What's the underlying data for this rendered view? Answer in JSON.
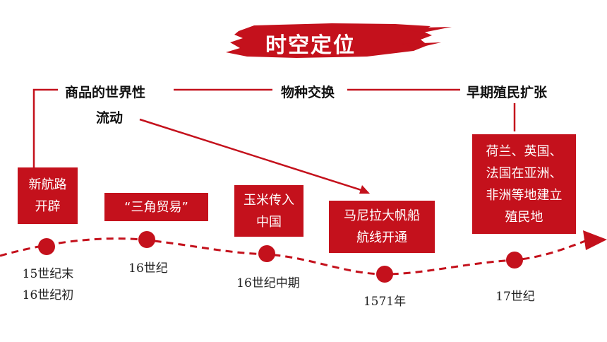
{
  "title": "时空定位",
  "topics": {
    "t1_line1": "商品的世界性",
    "t1_line2": "流动",
    "t2": "物种交换",
    "t3": "早期殖民扩张"
  },
  "events": [
    {
      "label": "新航路\n开辟",
      "date": "15世纪末\n16世纪初"
    },
    {
      "label": "“三角贸易”",
      "date": "16世纪"
    },
    {
      "label": "玉米传入\n中国",
      "date": "16世纪中期"
    },
    {
      "label": "马尼拉大帆船\n航线开通",
      "date": "1571年"
    },
    {
      "label": "荷兰、英国、\n法国在亚洲、\n非洲等地建立\n殖民地",
      "date": "17世纪"
    }
  ],
  "colors": {
    "accent": "#c4111c",
    "text": "#111111"
  }
}
